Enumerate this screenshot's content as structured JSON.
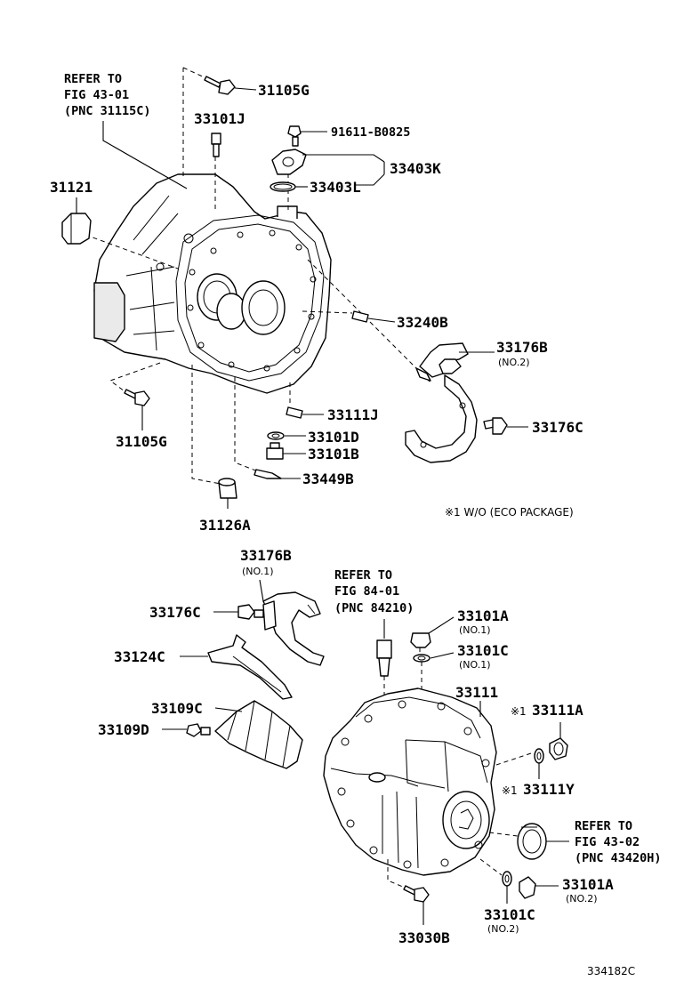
{
  "labels": {
    "p31105G_top": "31105G",
    "p33101J": "33101J",
    "p91611": "91611-B0825",
    "p33403K": "33403K",
    "p33403L": "33403L",
    "p31121": "31121",
    "p33240B": "33240B",
    "p33176B_top": "33176B",
    "p33176B_top_sub": "(NO.2)",
    "p33176C_top": "33176C",
    "p33111J": "33111J",
    "p33101D": "33101D",
    "p33101B": "33101B",
    "p33449B": "33449B",
    "p31105G_bot": "31105G",
    "p31126A": "31126A",
    "p33176B_bot": "33176B",
    "p33176B_bot_sub": "(NO.1)",
    "p33176C_bot": "33176C",
    "p33124C": "33124C",
    "p33109C": "33109C",
    "p33109D": "33109D",
    "p33101A_top": "33101A",
    "p33101A_top_sub": "(NO.1)",
    "p33101C_top": "33101C",
    "p33101C_top_sub": "(NO.1)",
    "p33111": "33111",
    "p33111A": "33111A",
    "p33111Y": "33111Y",
    "p33101A_bot": "33101A",
    "p33101A_bot_sub": "(NO.2)",
    "p33101C_bot": "33101C",
    "p33101C_bot_sub": "(NO.2)",
    "p33030B": "33030B"
  },
  "marks": {
    "m33111A": "※1",
    "m33111Y": "※1"
  },
  "refs": {
    "r4301": {
      "line1": "REFER TO",
      "line2": "FIG 43-01",
      "line3": "(PNC 31115C)"
    },
    "r8401": {
      "line1": "REFER TO",
      "line2": "FIG 84-01",
      "line3": "(PNC 84210)"
    },
    "r4302": {
      "line1": "REFER TO",
      "line2": "FIG 43-02",
      "line3": "(PNC 43420H)"
    }
  },
  "note": "※1 W/O (ECO PACKAGE)",
  "figure_code": "334182C"
}
